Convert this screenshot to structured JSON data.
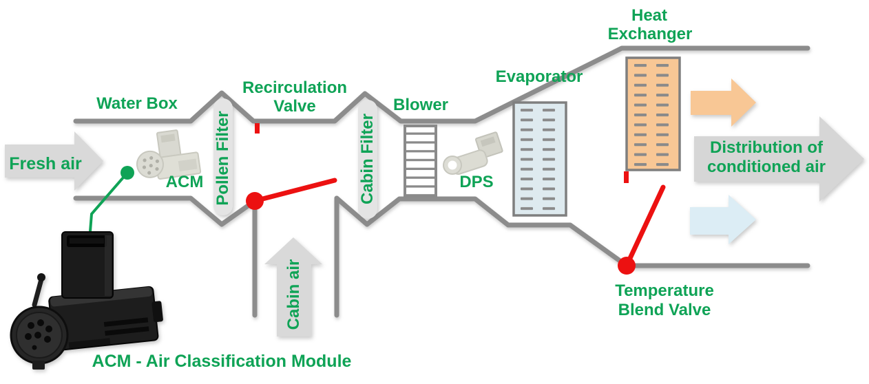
{
  "colors": {
    "green": "#0FA356",
    "red": "#EC1111",
    "duct": "#8C8C8C",
    "arrow_fill": "#D9D9D9",
    "distribution_arrow_fill": "#D6D6D6",
    "capsule_fill": "#E4E4E4",
    "orange_fill": "#F8C795",
    "evaporator_fill": "#DEEAEF",
    "blue_arrow_fill": "#DCEDF5",
    "component_border": "#7F7F7F",
    "fin": "#8A8A8A"
  },
  "labels": {
    "fresh_air": "Fresh air",
    "water_box": "Water Box",
    "pollen_filter": "Pollen Filter",
    "recirculation_valve_line1": "Recirculation",
    "recirculation_valve_line2": "Valve",
    "cabin_filter": "Cabin Filter",
    "blower": "Blower",
    "acm": "ACM",
    "dps": "DPS",
    "evaporator": "Evaporator",
    "heat_exchanger_line1": "Heat",
    "heat_exchanger_line2": "Exchanger",
    "distribution_line1": "Distribution of",
    "distribution_line2": "conditioned air",
    "temperature_blend_valve_line1": "Temperature",
    "temperature_blend_valve_line2": "Blend Valve",
    "cabin_air": "Cabin air",
    "caption": "ACM - Air Classification Module"
  }
}
